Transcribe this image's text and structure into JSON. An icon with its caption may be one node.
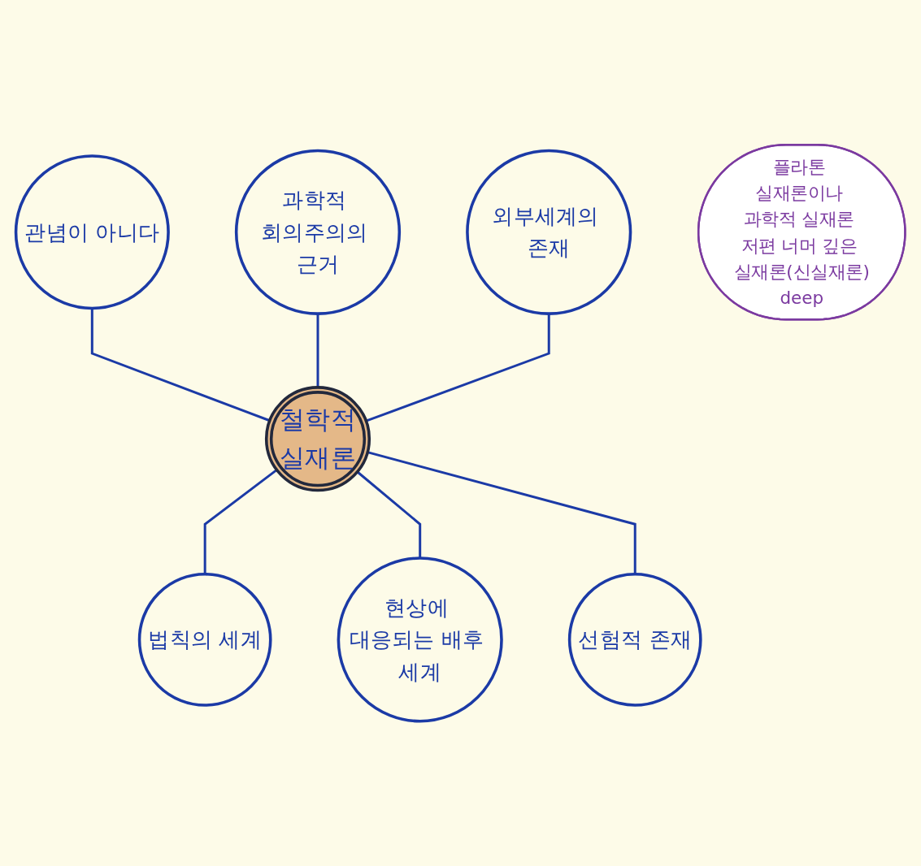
{
  "diagram": {
    "nodes": [
      {
        "text": [
          "철학적",
          "실재론"
        ]
      },
      {
        "text": [
          "과학적 회의주의의 근거"
        ]
      },
      {
        "text": [
          "관념이 아니다"
        ]
      },
      {
        "text": [
          "외부세계의 존재"
        ]
      },
      {
        "text": [
          "법칙의 세계"
        ]
      },
      {
        "text": [
          "현상에 대응되는 배후 세계"
        ]
      },
      {
        "text": [
          "선험적 존재"
        ]
      },
      {
        "text": [
          "플라톤 실재론이나 과학적 실재론 저편 너머 깊은 실재론(신실재론)",
          "deep"
        ]
      }
    ],
    "edges": [
      {
        "from": 2,
        "to": 0,
        "arrow": "none"
      },
      {
        "from": 1,
        "to": 0,
        "arrow": "none"
      },
      {
        "from": 3,
        "to": 0,
        "arrow": "none"
      },
      {
        "from": 0,
        "to": 4,
        "arrow": "none"
      },
      {
        "from": 0,
        "to": 5,
        "arrow": "none"
      },
      {
        "from": 0,
        "to": 6,
        "arrow": "none"
      }
    ]
  }
}
